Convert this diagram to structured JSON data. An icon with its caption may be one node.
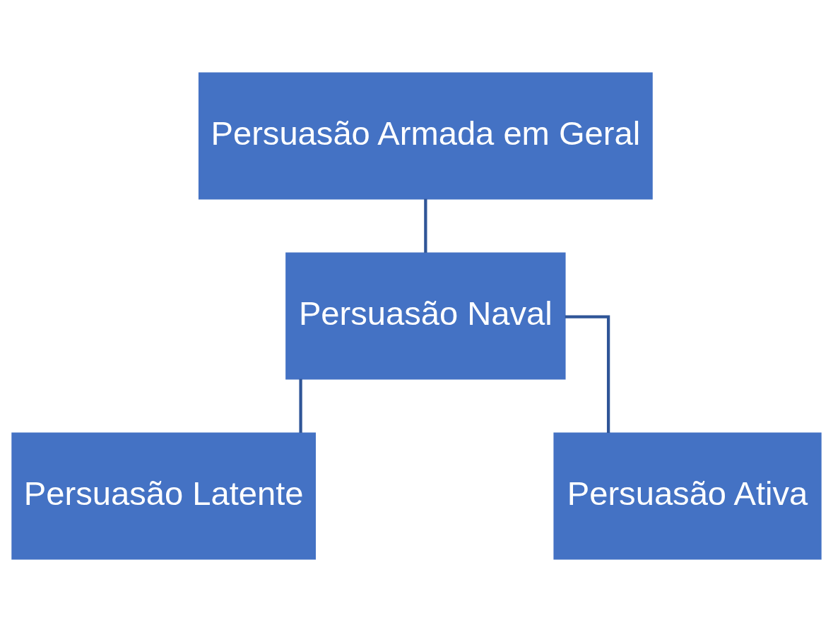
{
  "diagram": {
    "nodes": [
      {
        "text": [
          "Persuasão Armada em Geral"
        ]
      },
      {
        "text": [
          "Persuasão Naval"
        ]
      },
      {
        "text": [
          "Persuasão Latente"
        ]
      },
      {
        "text": [
          "Persuasão Ativa"
        ]
      }
    ],
    "edges": [
      {
        "from": 0,
        "to": 1,
        "arrow": "none"
      },
      {
        "from": 1,
        "to": 2,
        "arrow": "none"
      },
      {
        "from": 1,
        "to": 3,
        "arrow": "none"
      }
    ]
  }
}
